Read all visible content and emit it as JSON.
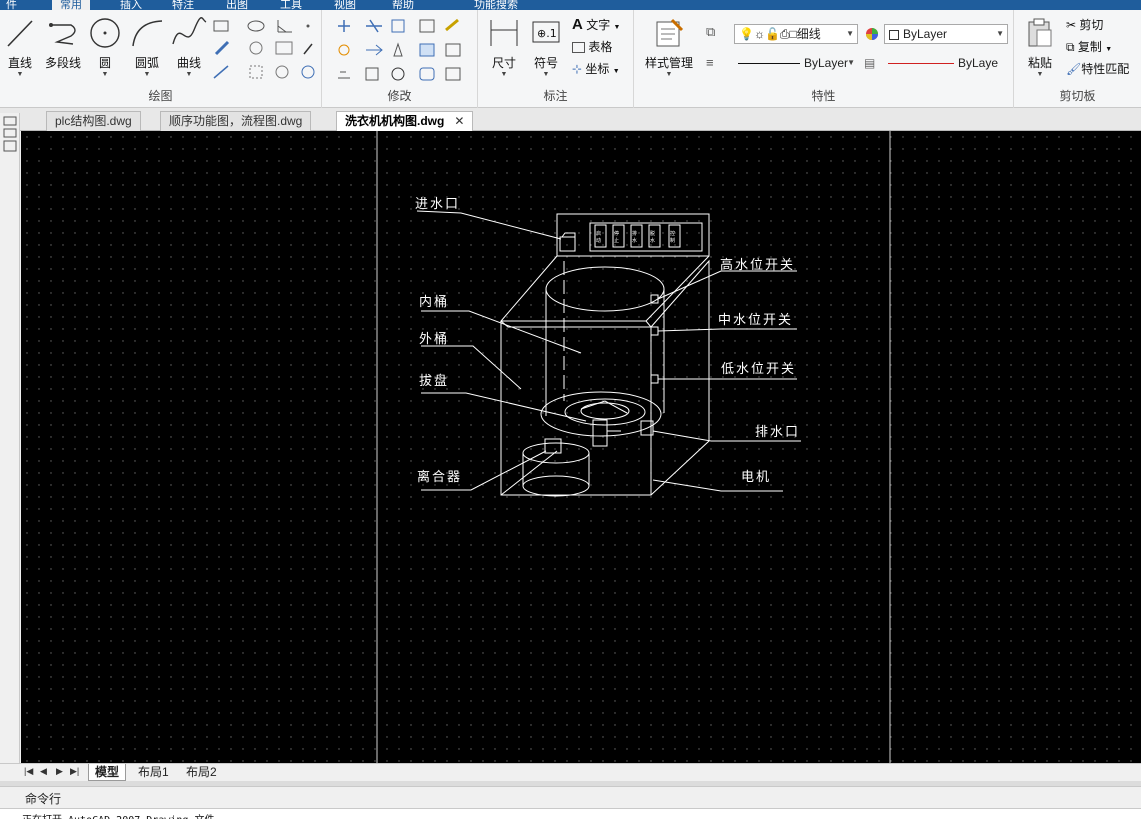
{
  "menu": {
    "items": [
      "件",
      "常用",
      "插入",
      "特注",
      "出图",
      "工具",
      "视图",
      "帮助",
      "功能搜索"
    ],
    "active": "常用"
  },
  "ribbon": {
    "draw": {
      "title": "绘图",
      "line": "直线",
      "polyline": "多段线",
      "circle": "圆",
      "arc": "圆弧",
      "curve": "曲线"
    },
    "modify": {
      "title": "修改"
    },
    "annotate": {
      "title": "标注",
      "dimension": "尺寸",
      "symbol": "符号",
      "text": "文字",
      "table": "表格",
      "coord": "坐标"
    },
    "properties": {
      "title": "特性",
      "style_manager": "样式管理",
      "layer_name": "细线",
      "color": "ByLayer",
      "linetype": "ByLayer",
      "lineweight": "ByLaye"
    },
    "clipboard": {
      "title": "剪切板",
      "paste": "粘贴",
      "cut": "剪切",
      "copy": "复制",
      "match": "特性匹配"
    }
  },
  "doc_tabs": [
    {
      "label": "plc结构图.dwg"
    },
    {
      "label": "顺序功能图，流程图.dwg"
    },
    {
      "label": "洗衣机机构图.dwg"
    }
  ],
  "drawing": {
    "labels": {
      "inlet": "进水口",
      "inner_drum": "内桶",
      "outer_drum": "外桶",
      "impeller": "拔盘",
      "clutch": "离合器",
      "high_switch": "高水位开关",
      "mid_switch": "中水位开关",
      "low_switch": "低水位开关",
      "drain": "排水口",
      "motor": "电机"
    },
    "panel_buttons": [
      "启动",
      "停止",
      "排水",
      "脱水",
      "控制"
    ]
  },
  "layout_tabs": [
    "模型",
    "布局1",
    "布局2"
  ],
  "command": {
    "header": "命令行",
    "text": "正在打开 AutoCAD 2007 Drawing 文件"
  }
}
